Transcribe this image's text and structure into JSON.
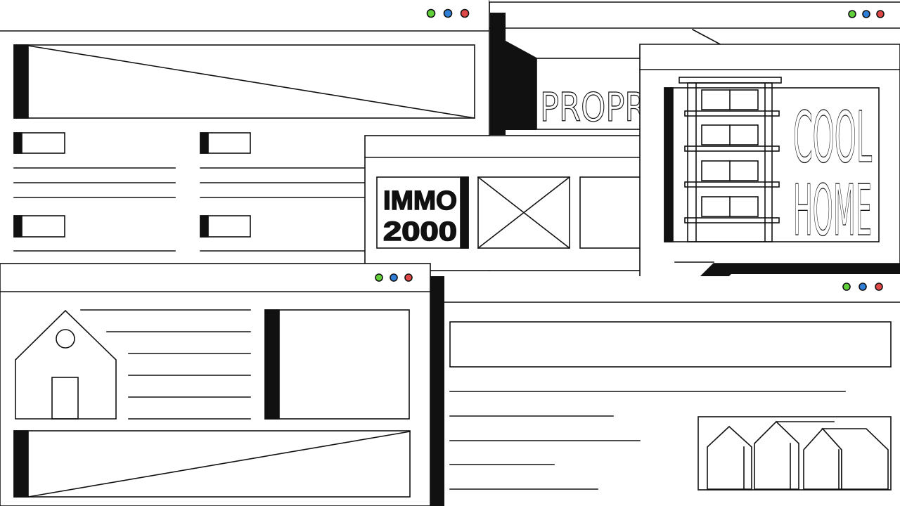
{
  "colors": {
    "ink": "#111111",
    "paper": "#ffffff",
    "dot_green": "#5fcf3a",
    "dot_blue": "#2f7fd8",
    "dot_red": "#e04848"
  },
  "window_controls": [
    "green-dot",
    "blue-dot",
    "red-dot"
  ],
  "logos": {
    "proprio": "PROPRIO",
    "immo_line1": "IMMO",
    "immo_line2": "2000",
    "cool": "COOL",
    "home": "HOME"
  },
  "icons": {
    "house": "house-icon",
    "apartment": "apartment-building-icon",
    "houses": "row-houses-icon",
    "image_placeholder": "image-placeholder-icon"
  }
}
